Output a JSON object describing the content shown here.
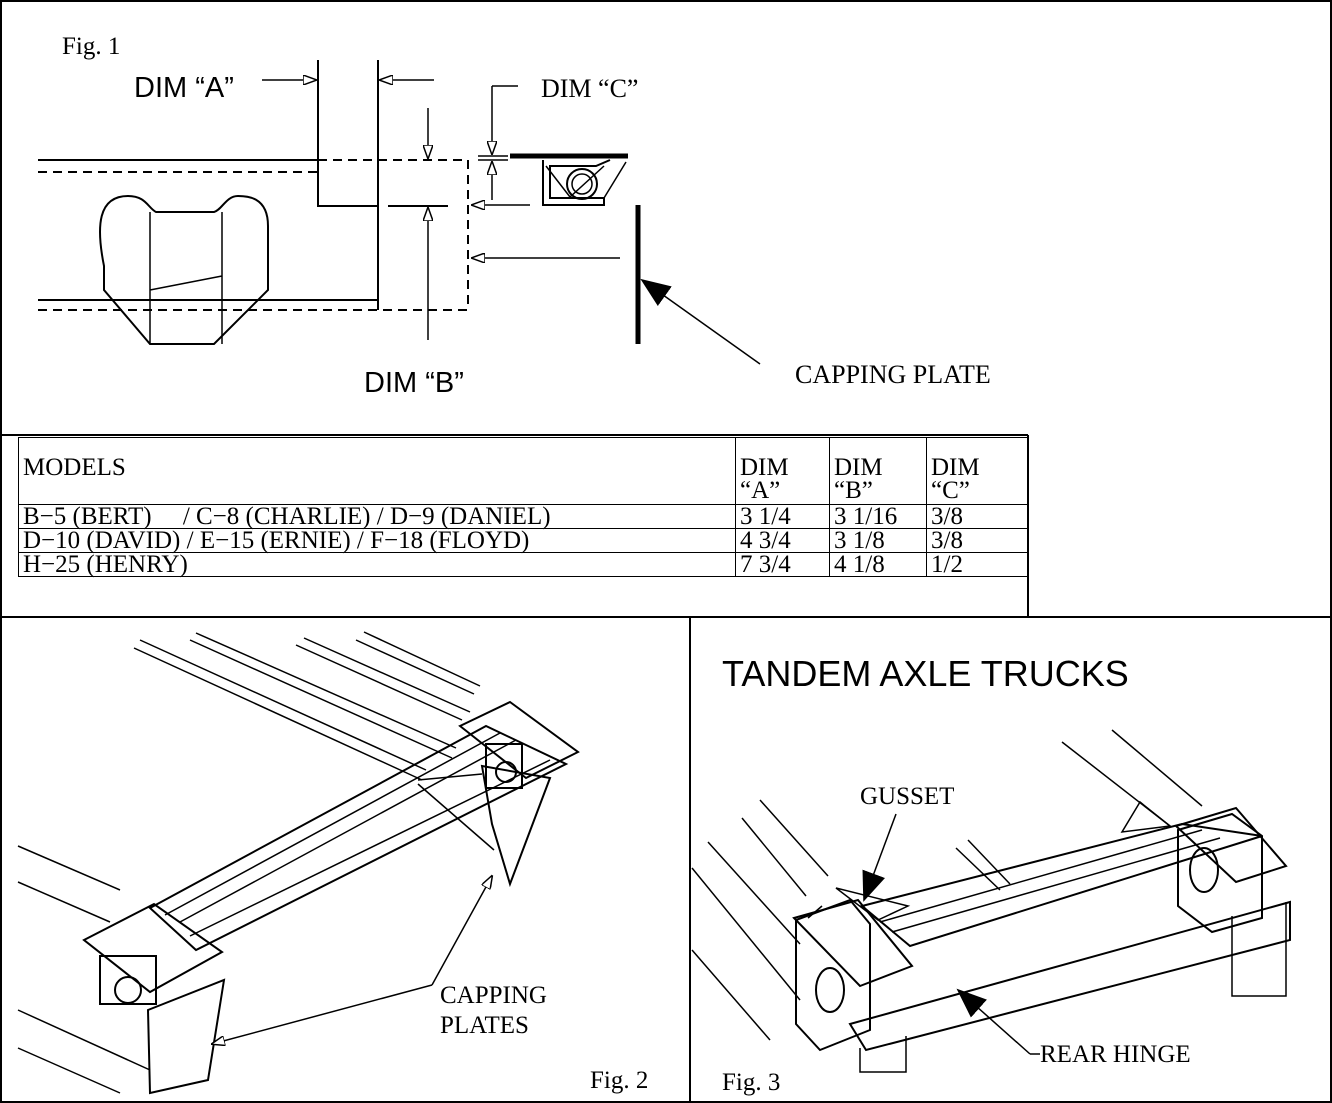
{
  "fig1": {
    "label": "Fig. 1",
    "dim_a": "DIM “A”",
    "dim_b": "DIM “B”",
    "dim_c": "DIM “C”",
    "capping_plate": "CAPPING PLATE"
  },
  "table": {
    "headers": [
      "MODELS",
      "DIM “A”",
      "DIM “B”",
      "DIM “C”"
    ],
    "header_lines": {
      "a": [
        "DIM",
        "“A”"
      ],
      "b": [
        "DIM",
        "“B”"
      ],
      "c": [
        "DIM",
        "“C”"
      ]
    },
    "rows": [
      {
        "model": "B−5 (BERT)     / C−8 (CHARLIE) / D−9 (DANIEL)",
        "a": "3 1/4",
        "b": "3 1/16",
        "c": "3/8"
      },
      {
        "model": "D−10 (DAVID) / E−15 (ERNIE) / F−18 (FLOYD)",
        "a": "4 3/4",
        "b": "3 1/8",
        "c": "3/8"
      },
      {
        "model": "H−25 (HENRY)",
        "a": "7 3/4",
        "b": "4 1/8",
        "c": "1/2"
      }
    ]
  },
  "fig2": {
    "label": "Fig. 2",
    "callout_line1": "CAPPING",
    "callout_line2": "PLATES"
  },
  "fig3": {
    "title": "TANDEM AXLE TRUCKS",
    "label": "Fig. 3",
    "gusset": "GUSSET",
    "rear_hinge": "REAR HINGE"
  }
}
